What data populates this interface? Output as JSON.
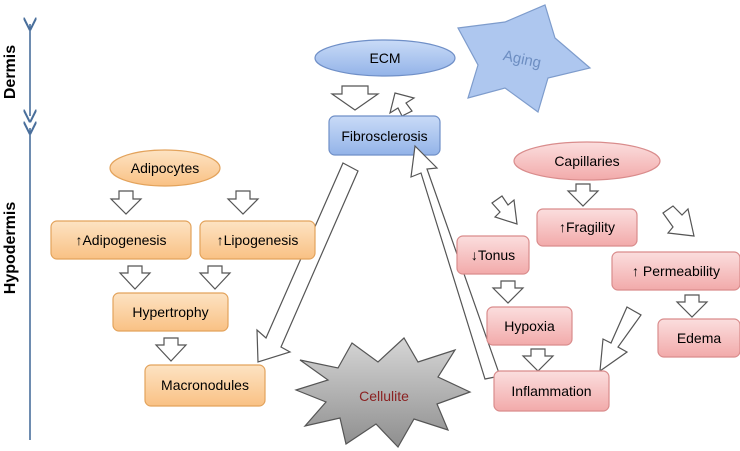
{
  "axis": {
    "dermis": "Dermis",
    "hypodermis": "Hypodermis"
  },
  "nodes": {
    "ecm": "ECM",
    "aging": "Aging",
    "fibrosclerosis": "Fibrosclerosis",
    "adipocytes": "Adipocytes",
    "adipogenesis": "↑Adipogenesis",
    "lipogenesis": "↑Lipogenesis",
    "hypertrophy": "Hypertrophy",
    "macronodules": "Macronodules",
    "cellulite": "Cellulite",
    "capillaries": "Capillaries",
    "fragility": "↑Fragility",
    "tonus": "↓Tonus",
    "permeability": "↑ Permeability",
    "hypoxia": "Hypoxia",
    "edema": "Edema",
    "inflammation": "Inflammation"
  },
  "colors": {
    "axis": "#4a6f9c",
    "blue_fill": "#a9c4ef",
    "blue_stroke": "#6f8fc7",
    "orange_fill": "#fcd2a0",
    "orange_stroke": "#e3a35c",
    "red_fill": "#f7c4c4",
    "red_stroke": "#d98c8c",
    "cellulite_text": "#8b2222",
    "aging_text": "#6d8ec2"
  }
}
